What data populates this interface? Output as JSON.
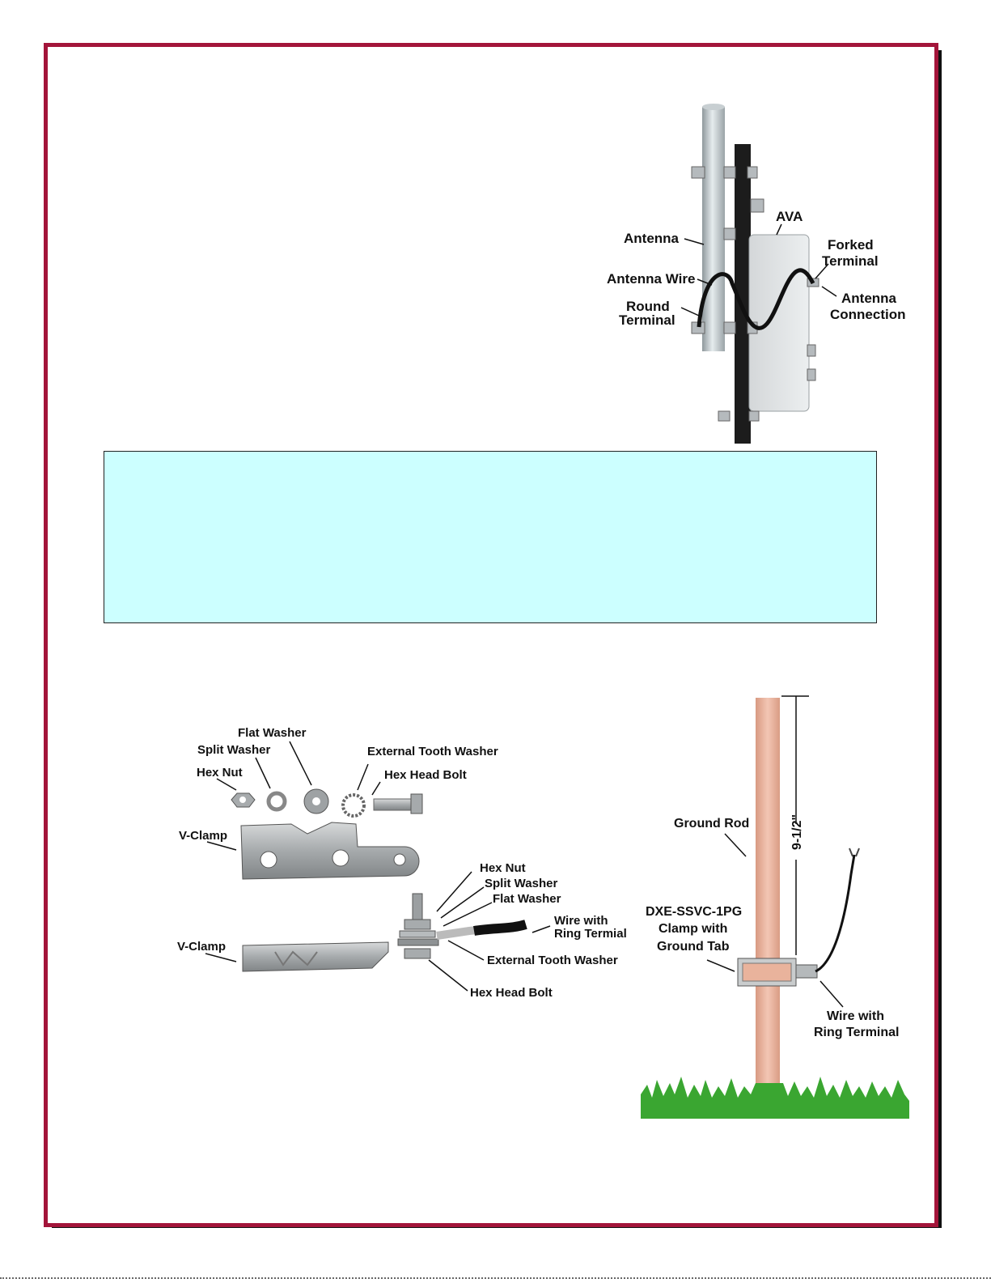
{
  "colors": {
    "frame": "#a3153a",
    "info_box": "#ccffff",
    "copper": "#e9b39c",
    "grass": "#3aa631"
  },
  "fig_ava": {
    "labels": {
      "antenna": "Antenna",
      "antenna_wire": "Antenna Wire",
      "round_terminal_1": "Round",
      "round_terminal_2": "Terminal",
      "ava": "AVA",
      "forked_terminal_1": "Forked",
      "forked_terminal_2": "Terminal",
      "antenna_connection_1": "Antenna",
      "antenna_connection_2": "Connection"
    }
  },
  "fig_clamp": {
    "labels": {
      "flat_washer": "Flat Washer",
      "split_washer": "Split Washer",
      "hex_nut": "Hex Nut",
      "external_tooth_washer": "External Tooth Washer",
      "hex_head_bolt": "Hex Head Bolt",
      "v_clamp_top": "V-Clamp",
      "v_clamp_bottom": "V-Clamp",
      "hex_nut_2": "Hex Nut",
      "split_washer_2": "Split Washer",
      "flat_washer_2": "Flat Washer",
      "wire_ring_1": "Wire with",
      "wire_ring_2": "Ring Termial",
      "external_tooth_washer_2": "External Tooth Washer",
      "hex_head_bolt_2": "Hex Head Bolt"
    }
  },
  "fig_rod": {
    "labels": {
      "ground_rod": "Ground Rod",
      "dimension": "9-1/2\"",
      "clamp_1": "DXE-SSVC-1PG",
      "clamp_2": "Clamp with",
      "clamp_3": "Ground Tab",
      "wire_1": "Wire with",
      "wire_2": "Ring Terminal"
    }
  }
}
